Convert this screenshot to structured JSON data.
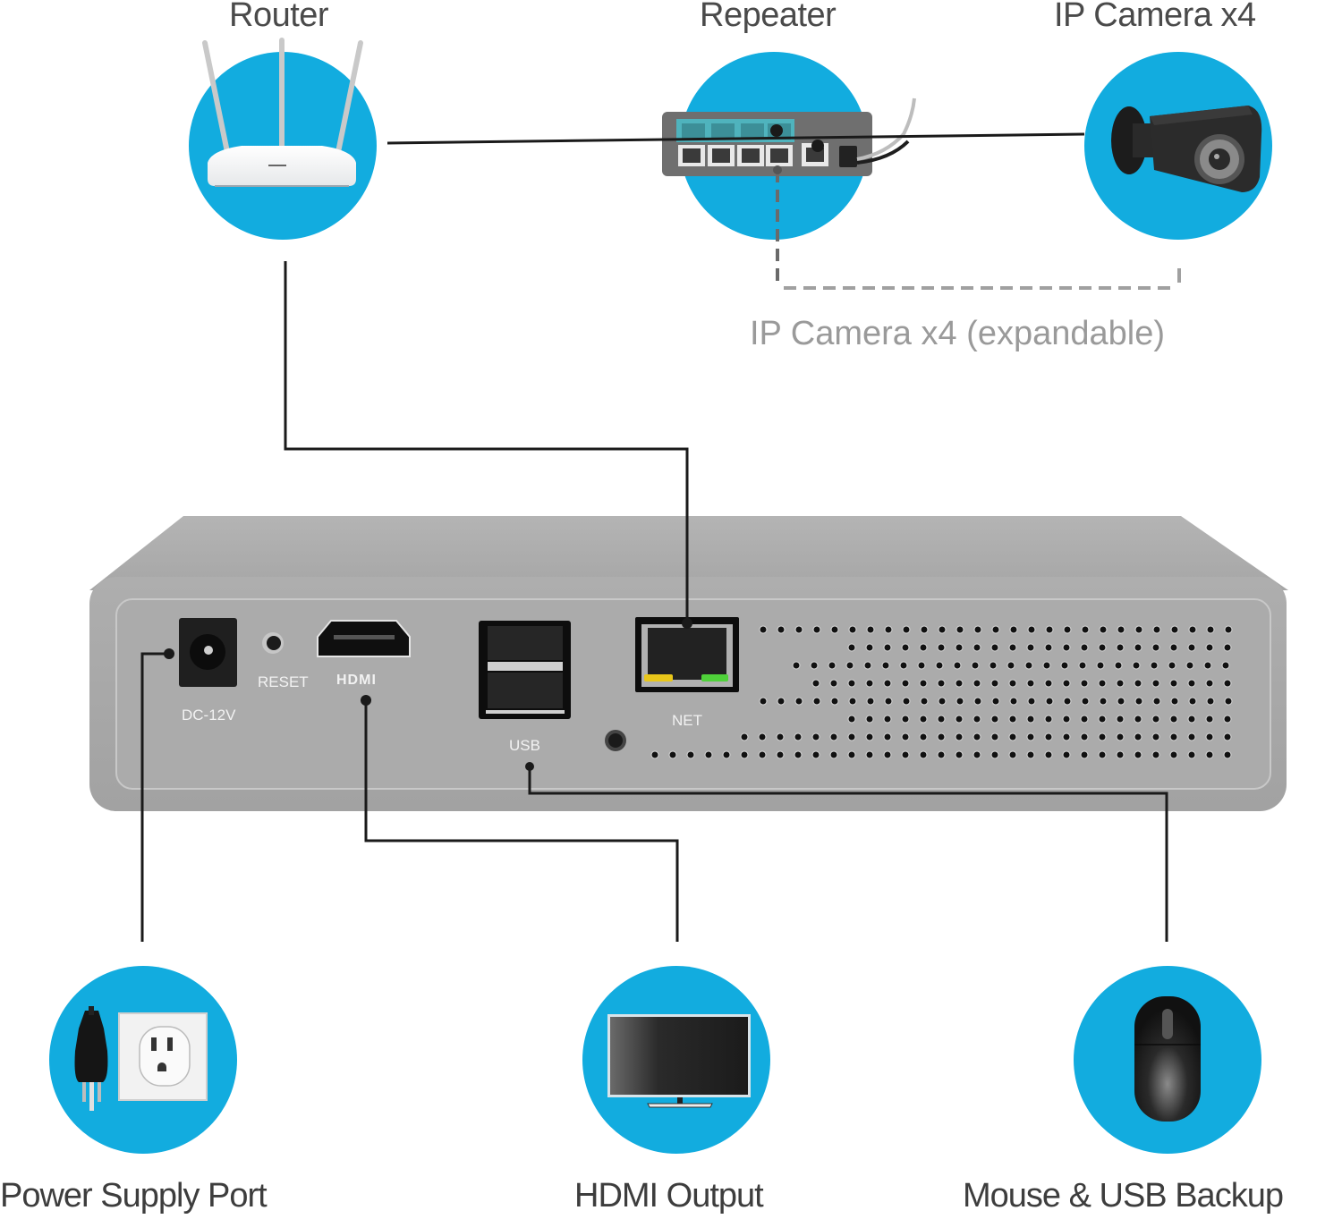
{
  "diagram": {
    "top": {
      "router": {
        "label": "Router"
      },
      "repeater": {
        "label": "Repeater"
      },
      "camera": {
        "label": "IP Camera x4"
      },
      "expandable": {
        "label": "IP Camera x4 (expandable)"
      }
    },
    "device": {
      "ports": {
        "dc": "DC-12V",
        "reset": "RESET",
        "hdmi": "HDMI",
        "usb": "USB",
        "net": "NET"
      }
    },
    "bottom": {
      "power": {
        "label": "Power Supply Port"
      },
      "hdmi": {
        "label": "HDMI Output"
      },
      "mouse": {
        "label": "Mouse & USB Backup"
      }
    },
    "colors": {
      "accent_circle": "#12acdf",
      "device_body": "#a9a9a9",
      "connector_line": "#1a1a1a",
      "dashed_line": "#a0a0a0",
      "led_yellow": "#e8c61a",
      "led_green": "#4fd13a",
      "repeater_poe_ports": "#4fb3bd"
    },
    "icons": [
      "router-icon",
      "repeater-switch-icon",
      "ip-camera-icon",
      "power-outlet-icon",
      "tv-monitor-icon",
      "mouse-icon"
    ]
  }
}
